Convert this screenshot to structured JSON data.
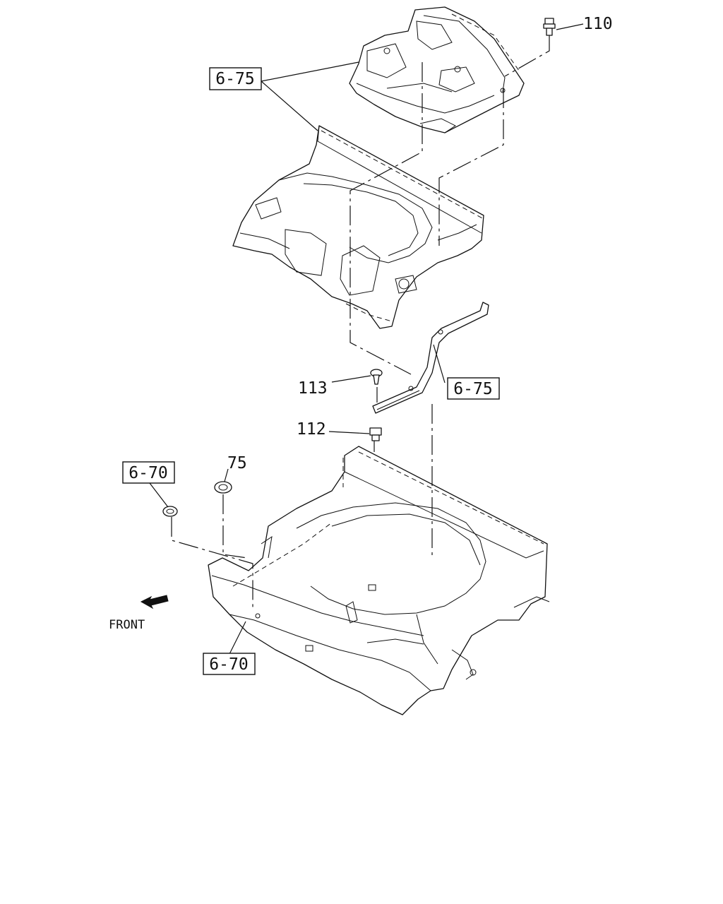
{
  "callouts": {
    "ref_6_75_top": "6-75",
    "ref_6_75_mid": "6-75",
    "ref_6_70_left": "6-70",
    "ref_6_70_bottom": "6-70",
    "part_110": "110",
    "part_113": "113",
    "part_112": "112",
    "part_75": "75"
  },
  "direction": {
    "label": "FRONT",
    "icon": "front-arrow-icon"
  }
}
